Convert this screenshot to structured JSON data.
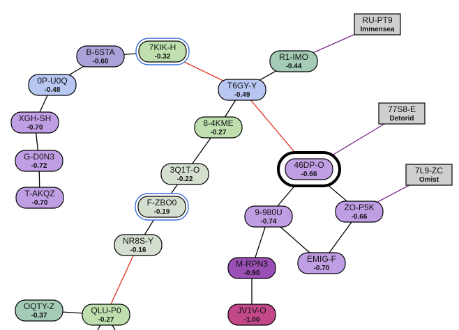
{
  "nodes": [
    {
      "id": "B-6STA",
      "label": "B-6STA",
      "value": "-0.60",
      "color": "#a9a3d9"
    },
    {
      "id": "7KIK-H",
      "label": "7KIK-H",
      "value": "-0.32",
      "color": "#bfe0ae",
      "highlight": "blue"
    },
    {
      "id": "0P-U0Q",
      "label": "0P-U0Q",
      "value": "-0.48",
      "color": "#b8c6f2"
    },
    {
      "id": "XGH-SH",
      "label": "XGH-SH",
      "value": "-0.70",
      "color": "#c09ee4"
    },
    {
      "id": "G-D0N3",
      "label": "G-D0N3",
      "value": "-0.72",
      "color": "#c09ee4"
    },
    {
      "id": "T-AKQZ",
      "label": "T-AKQZ",
      "value": "-0.70",
      "color": "#c09ee4"
    },
    {
      "id": "R1-IMO",
      "label": "R1-IMO",
      "value": "-0.44",
      "color": "#a3cbb5"
    },
    {
      "id": "T6GY-Y",
      "label": "T6GY-Y",
      "value": "-0.49",
      "color": "#b8c6f2"
    },
    {
      "id": "8-4KME",
      "label": "8-4KME",
      "value": "-0.27",
      "color": "#bfe0ae"
    },
    {
      "id": "3Q1T-O",
      "label": "3Q1T-O",
      "value": "-0.22",
      "color": "#d5dfcf"
    },
    {
      "id": "F-ZBO0",
      "label": "F-ZBO0",
      "value": "-0.19",
      "color": "#d5dfcf",
      "highlight": "blue"
    },
    {
      "id": "NR8S-Y",
      "label": "NR8S-Y",
      "value": "-0.16",
      "color": "#d5dfcf"
    },
    {
      "id": "QLU-P0",
      "label": "QLU-P0",
      "value": "-0.27",
      "color": "#bfe0ae"
    },
    {
      "id": "OQTY-Z",
      "label": "OQTY-Z",
      "value": "-0.37",
      "color": "#a3cbb5"
    },
    {
      "id": "46DP-O",
      "label": "46DP-O",
      "value": "-0.66",
      "color": "#c09ee4",
      "highlight": "black"
    },
    {
      "id": "9-980U",
      "label": "9-980U",
      "value": "-0.74",
      "color": "#c09ee4"
    },
    {
      "id": "ZO-P5K",
      "label": "ZO-P5K",
      "value": "-0.66",
      "color": "#c09ee4"
    },
    {
      "id": "EMIG-F",
      "label": "EMIG-F",
      "value": "-0.70",
      "color": "#c09ee4"
    },
    {
      "id": "M-RPN3",
      "label": "M-RPN3",
      "value": "-0.90",
      "color": "#9a4fb4"
    },
    {
      "id": "JV1V-O",
      "label": "JV1V-O",
      "value": "-1.00",
      "color": "#c3488a"
    }
  ],
  "boxes": [
    {
      "id": "RU-PT9",
      "label": "RU-PT9",
      "sub": "Immensea"
    },
    {
      "id": "77S8-E",
      "label": "77S8-E",
      "sub": "Detorid"
    },
    {
      "id": "7L9-ZC",
      "label": "7L9-ZC",
      "sub": "Omist"
    }
  ],
  "edges": [
    {
      "from": "B-6STA",
      "to": "7KIK-H",
      "color": "#000000"
    },
    {
      "from": "B-6STA",
      "to": "0P-U0Q",
      "color": "#000000"
    },
    {
      "from": "0P-U0Q",
      "to": "XGH-SH",
      "color": "#000000"
    },
    {
      "from": "XGH-SH",
      "to": "G-D0N3",
      "color": "#000000"
    },
    {
      "from": "G-D0N3",
      "to": "T-AKQZ",
      "color": "#000000"
    },
    {
      "from": "7KIK-H",
      "to": "T6GY-Y",
      "color": "#e03020"
    },
    {
      "from": "T6GY-Y",
      "to": "R1-IMO",
      "color": "#000000"
    },
    {
      "from": "R1-IMO",
      "to": "RU-PT9",
      "color": "#7a2a8a"
    },
    {
      "from": "T6GY-Y",
      "to": "8-4KME",
      "color": "#000000"
    },
    {
      "from": "8-4KME",
      "to": "3Q1T-O",
      "color": "#000000"
    },
    {
      "from": "3Q1T-O",
      "to": "F-ZBO0",
      "color": "#000000"
    },
    {
      "from": "F-ZBO0",
      "to": "NR8S-Y",
      "color": "#000000"
    },
    {
      "from": "NR8S-Y",
      "to": "QLU-P0",
      "color": "#e03020"
    },
    {
      "from": "OQTY-Z",
      "to": "QLU-P0",
      "color": "#000000"
    },
    {
      "from": "T6GY-Y",
      "to": "46DP-O",
      "color": "#e03020"
    },
    {
      "from": "46DP-O",
      "to": "77S8-E",
      "color": "#7a2a8a"
    },
    {
      "from": "46DP-O",
      "to": "9-980U",
      "color": "#000000"
    },
    {
      "from": "46DP-O",
      "to": "ZO-P5K",
      "color": "#000000"
    },
    {
      "from": "ZO-P5K",
      "to": "7L9-ZC",
      "color": "#7a2a8a"
    },
    {
      "from": "9-980U",
      "to": "EMIG-F",
      "color": "#000000"
    },
    {
      "from": "ZO-P5K",
      "to": "EMIG-F",
      "color": "#000000"
    },
    {
      "from": "9-980U",
      "to": "M-RPN3",
      "color": "#000000"
    },
    {
      "from": "M-RPN3",
      "to": "JV1V-O",
      "color": "#000000"
    }
  ]
}
